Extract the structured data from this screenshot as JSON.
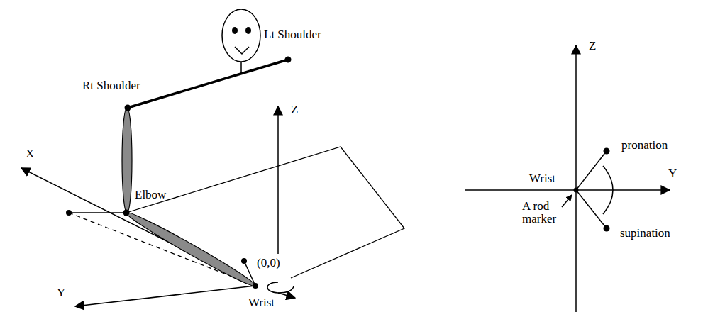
{
  "diagram": {
    "labels": [
      "Lt Shoulder",
      "Rt Shoulder",
      "X",
      "Z",
      "Elbow",
      "(0,0)",
      "Y",
      "Wrist",
      "Z",
      "pronation",
      "Wrist",
      "Y",
      "A rod marker",
      "supination"
    ]
  }
}
